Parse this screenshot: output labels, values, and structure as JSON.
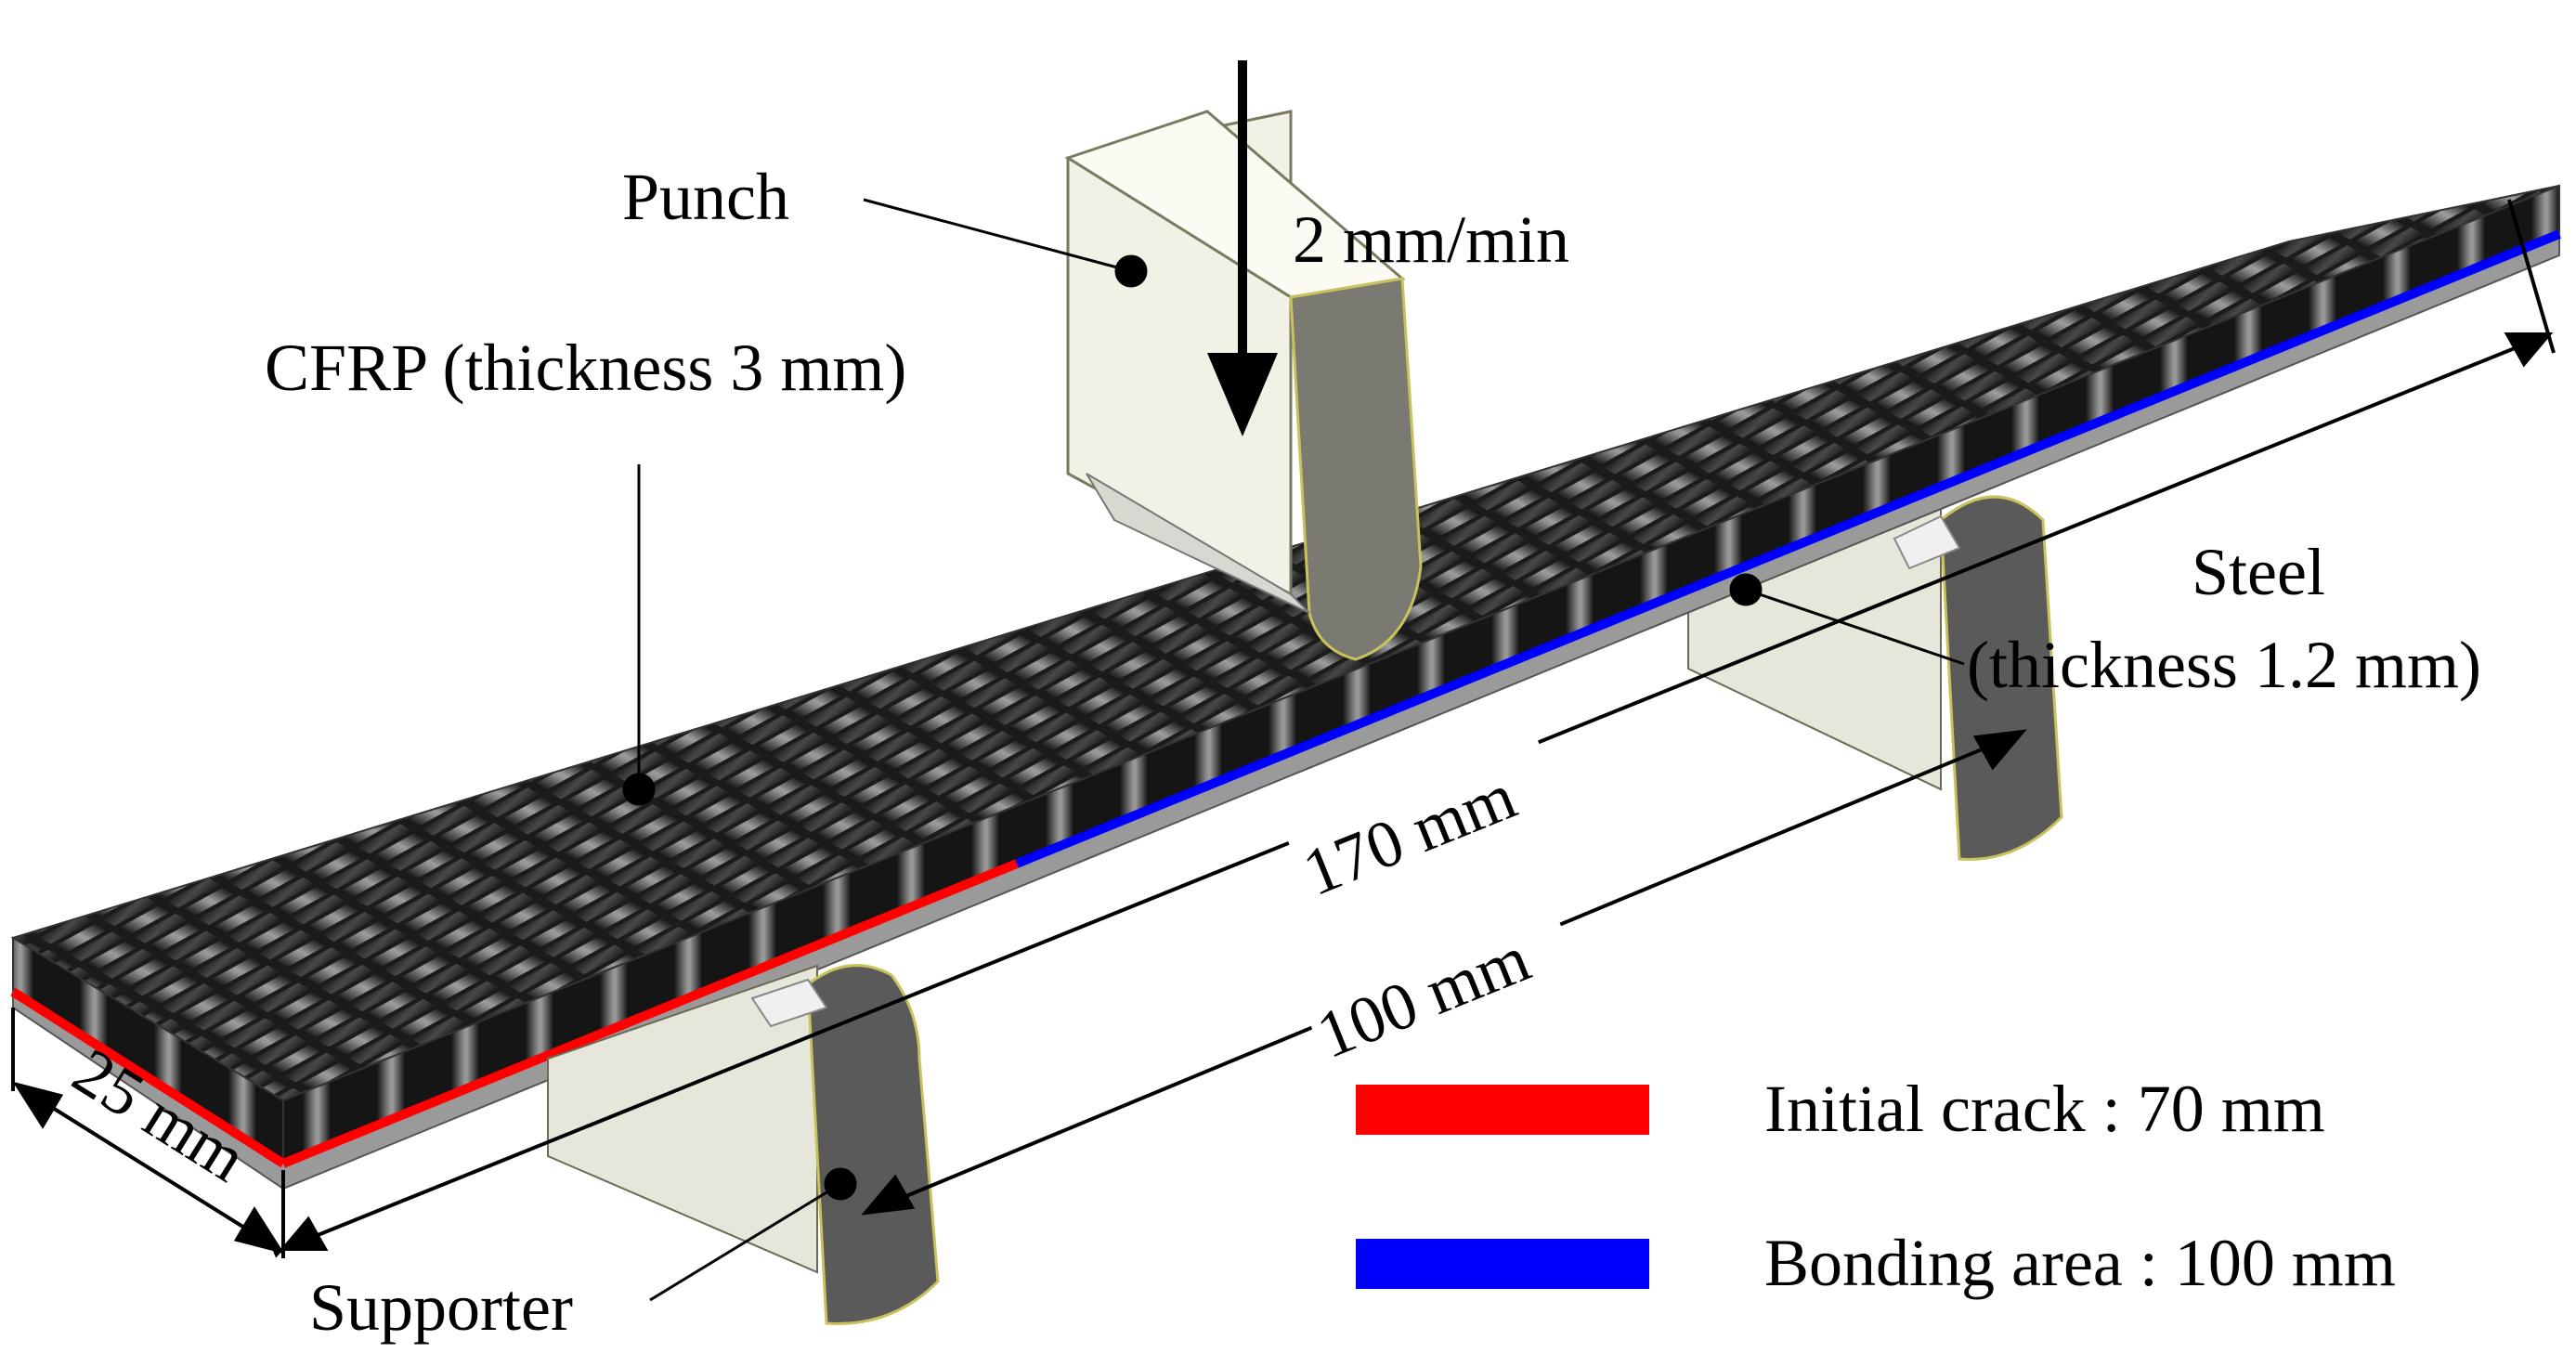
{
  "labels": {
    "punch": "Punch",
    "speed": "2 mm/min",
    "cfrp": "CFRP (thickness 3 mm)",
    "steel_line1": "Steel",
    "steel_line2": "(thickness 1.2 mm)",
    "supporter": "Supporter",
    "span_170": "170 mm",
    "span_100": "100 mm",
    "width_25": "25 mm"
  },
  "legend": {
    "items": [
      {
        "label": "Initial crack : 70 mm",
        "color": "#ff0000"
      },
      {
        "label": "Bonding area : 100 mm",
        "color": "#0000ff"
      }
    ]
  },
  "colors": {
    "crack": "#ff0000",
    "bond": "#0000ff",
    "cfrp_dark": "#1a1a1a",
    "cfrp_light": "#a0a0a0",
    "steel": "#9a9a9a",
    "supporter_face": "#e6e6da",
    "supporter_end": "#595959",
    "punch_face": "#f2f1e6",
    "punch_end": "#7a7a72"
  }
}
